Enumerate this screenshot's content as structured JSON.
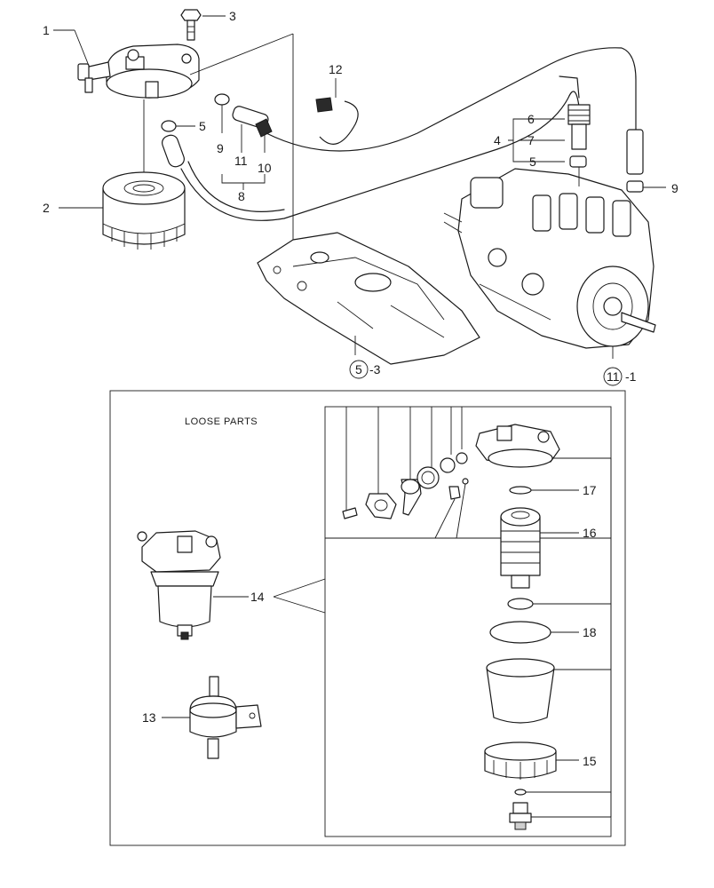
{
  "labels": {
    "l1": "1",
    "l2": "2",
    "l3": "3",
    "l4": "4",
    "l5a": "5",
    "l5b": "5",
    "l6": "6",
    "l7": "7",
    "l8": "8",
    "l9a": "9",
    "l9b": "9",
    "l10": "10",
    "l11": "11",
    "l12": "12",
    "l13": "13",
    "l14": "14",
    "l15": "15",
    "l16": "16",
    "l17": "17",
    "l18": "18",
    "ref_5_num": "5",
    "ref_5_suffix": "-3",
    "ref_11_num": "11",
    "ref_11_suffix": "-1"
  },
  "loose_parts_title": "LOOSE PARTS"
}
